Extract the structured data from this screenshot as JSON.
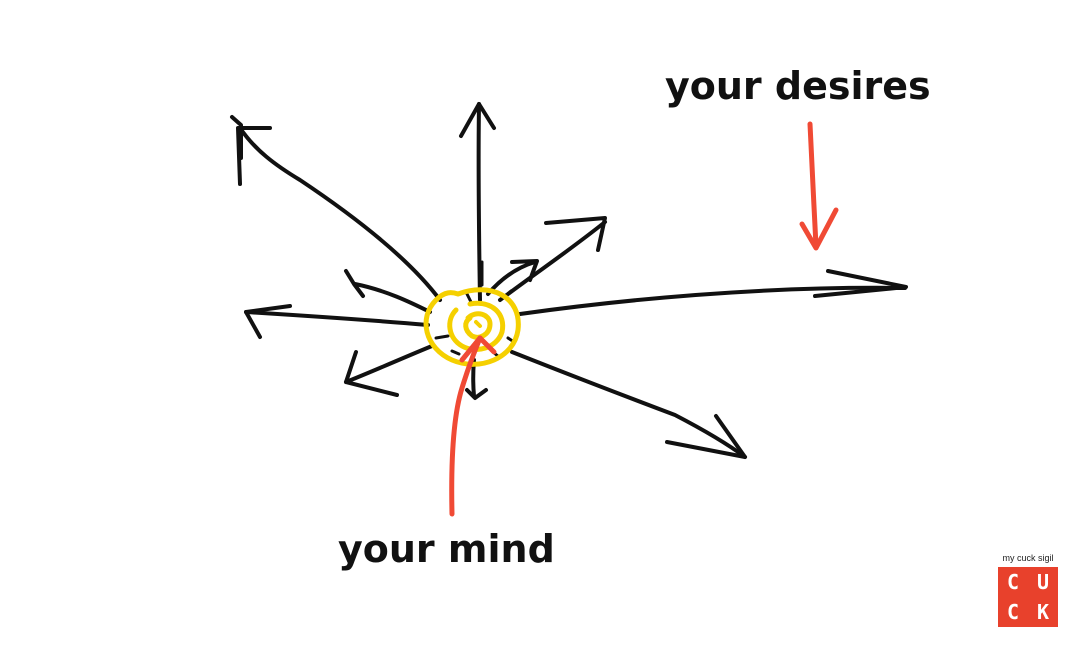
{
  "labels": {
    "desires": "your desires",
    "mind": "your mind"
  },
  "logo": {
    "caption": "my cuck sigil",
    "letters": [
      "C",
      "U",
      "C",
      "K"
    ]
  },
  "colors": {
    "ink": "#111111",
    "pointer": "#f04a35",
    "mind_core": "#f5d000",
    "logo_bg": "#e8412c",
    "logo_text": "#ffffff"
  },
  "icons": {
    "center": "spiral-sun-icon",
    "arrows": "radiating-arrows"
  }
}
